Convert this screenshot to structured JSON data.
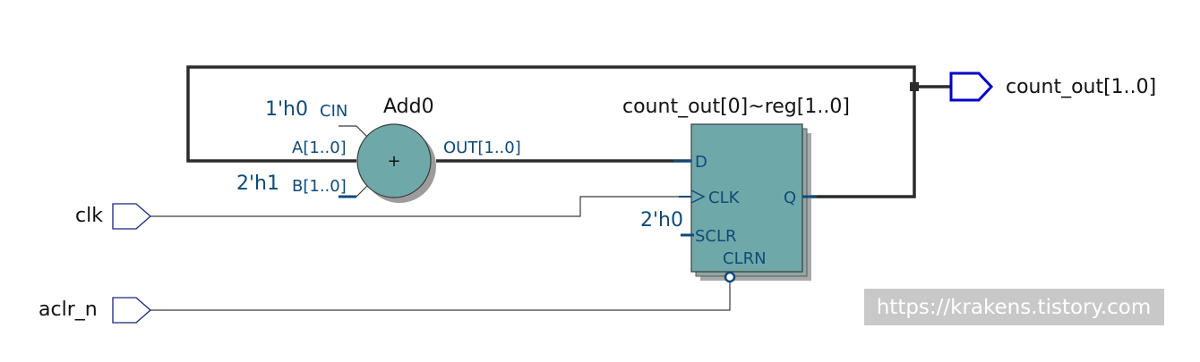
{
  "diagram": {
    "adder": {
      "title": "Add0",
      "symbol": "+",
      "port_cin": "CIN",
      "port_a": "A[1..0]",
      "port_b": "B[1..0]",
      "port_out": "OUT[1..0]",
      "const_cin": "1'h0",
      "const_b": "2'h1"
    },
    "register": {
      "title": "count_out[0]~reg[1..0]",
      "port_d": "D",
      "port_clk": "CLK",
      "port_sclr": "SCLR",
      "port_clrn": "CLRN",
      "port_q": "Q",
      "const_sclr": "2'h0"
    },
    "inputs": {
      "clk": "clk",
      "aclr_n": "aclr_n"
    },
    "output": {
      "count_out": "count_out[1..0]"
    },
    "watermark": "https://krakens.tistory.com"
  },
  "colors": {
    "block_fill": "#6fa8a8",
    "block_shadow": "#9c9c9c",
    "wire": "#2b2b2b",
    "port_blue": "#0f4a78",
    "output_pin": "#0000cc",
    "watermark_bg": "#c8c8c8"
  }
}
